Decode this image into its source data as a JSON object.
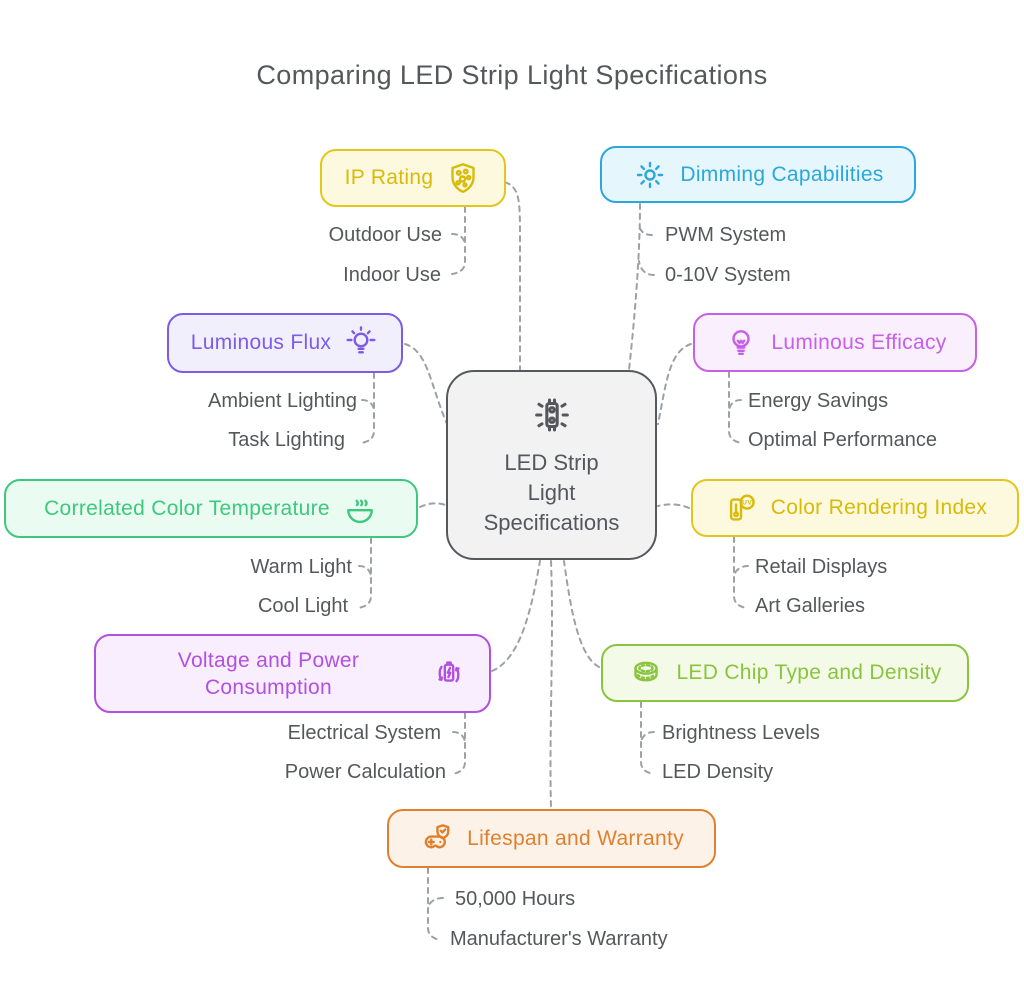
{
  "title": "Comparing LED Strip Light Specifications",
  "colors": {
    "connector": "#9CA1A5",
    "title_text": "#55585B",
    "leaf_text": "#55585B"
  },
  "center": {
    "label": "LED Strip Light Specifications",
    "label_lines": [
      "LED Strip",
      "Light",
      "Specifications"
    ],
    "icon": "led-strip-icon",
    "border_color": "#55595D",
    "bg_color": "#F2F2F3",
    "text_color": "#54585C"
  },
  "branches": [
    {
      "label": "IP Rating",
      "icon": "shield-dots-icon",
      "side": "left",
      "border_color": "#E3C61C",
      "bg_color": "#FCF9DE",
      "text_color": "#D8BB0A",
      "children": [
        "Outdoor Use",
        "Indoor Use"
      ]
    },
    {
      "label": "Dimming Capabilities",
      "icon": "sun-brightness-icon",
      "side": "right",
      "border_color": "#2BA7DC",
      "bg_color": "#E5F6FC",
      "text_color": "#2BA7DC",
      "children": [
        "PWM System",
        "0-10V System"
      ]
    },
    {
      "label": "Luminous Flux",
      "icon": "bulb-rays-icon",
      "side": "left",
      "border_color": "#7C5BE6",
      "bg_color": "#F2EFFC",
      "text_color": "#7C5BE6",
      "children": [
        "Ambient Lighting",
        "Task Lighting"
      ]
    },
    {
      "label": "Luminous Efficacy",
      "icon": "bulb-icon",
      "side": "right",
      "border_color": "#C75FE8",
      "bg_color": "#FAEFFD",
      "text_color": "#C75FE8",
      "children": [
        "Energy Savings",
        "Optimal Performance"
      ]
    },
    {
      "label": "Correlated Color Temperature",
      "icon": "steam-bowl-icon",
      "side": "left",
      "border_color": "#3EC87E",
      "bg_color": "#EAFBF2",
      "text_color": "#3EC87E",
      "children": [
        "Warm Light",
        "Cool Light"
      ]
    },
    {
      "label": "Color Rendering Index",
      "icon": "uv-meter-icon",
      "side": "right",
      "border_color": "#E3C61C",
      "bg_color": "#FCF9DE",
      "text_color": "#D8BB0A",
      "children": [
        "Retail Displays",
        "Art Galleries"
      ]
    },
    {
      "label": "Voltage and Power Consumption",
      "icon": "battery-cycle-icon",
      "side": "left",
      "border_color": "#B250E0",
      "bg_color": "#F9EEFD",
      "text_color": "#B250E0",
      "children": [
        "Electrical System",
        "Power Calculation"
      ]
    },
    {
      "label": "LED Chip Type and Density",
      "icon": "led-coil-icon",
      "side": "right",
      "border_color": "#8AC43E",
      "bg_color": "#F4FAE8",
      "text_color": "#8AC43E",
      "children": [
        "Brightness Levels",
        "LED Density"
      ]
    },
    {
      "label": "Lifespan and Warranty",
      "icon": "controller-shield-icon",
      "side": "bottom",
      "border_color": "#E0802F",
      "bg_color": "#FDF2E7",
      "text_color": "#E0802F",
      "children": [
        "50,000 Hours",
        "Manufacturer's Warranty"
      ]
    }
  ]
}
